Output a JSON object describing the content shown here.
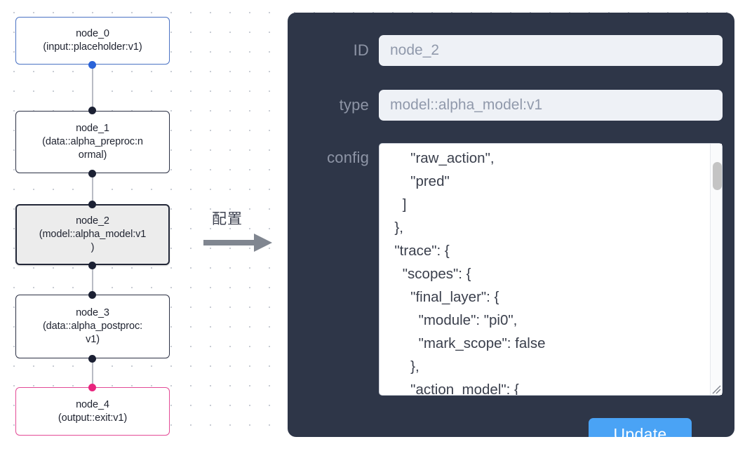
{
  "graph": {
    "nodes": [
      {
        "id": "node_0",
        "subtitle": "(input::placeholder:v1)",
        "style": "input"
      },
      {
        "id": "node_1",
        "subtitle": "(data::alpha_preproc:normal)",
        "style": "default"
      },
      {
        "id": "node_2",
        "subtitle": "(model::alpha_model:v1)",
        "style": "selected"
      },
      {
        "id": "node_3",
        "subtitle": "(data::alpha_postproc:v1)",
        "style": "default"
      },
      {
        "id": "node_4",
        "subtitle": "(output::exit:v1)",
        "style": "output"
      }
    ],
    "node_labels": {
      "n0_line1": "node_0",
      "n0_line2": "(input::placeholder:v1)",
      "n1_line1": "node_1",
      "n1_line2": "(data::alpha_preproc:n",
      "n1_line3": "ormal)",
      "n2_line1": "node_2",
      "n2_line2": "(model::alpha_model:v1",
      "n2_line3": ")",
      "n3_line1": "node_3",
      "n3_line2": "(data::alpha_postproc:",
      "n3_line3": "v1)",
      "n4_line1": "node_4",
      "n4_line2": "(output::exit:v1)"
    }
  },
  "arrow": {
    "label": "配置",
    "icon": "arrow-right-icon"
  },
  "panel": {
    "fields": {
      "id": {
        "label": "ID",
        "value": "node_2"
      },
      "type": {
        "label": "type",
        "value": "model::alpha_model:v1"
      },
      "config": {
        "label": "config",
        "value": "      \"raw_action\",\n      \"pred\"\n    ]\n  },\n  \"trace\": {\n    \"scopes\": {\n      \"final_layer\": {\n        \"module\": \"pi0\",\n        \"mark_scope\": false\n      },\n      \"action_model\": {"
      }
    },
    "update_button": "Update",
    "scrollbar": "vertical-scrollbar",
    "resize_handle": "resize-handle-icon"
  },
  "colors": {
    "panel_bg": "#2e3648",
    "input_bg": "#eef1f6",
    "accent_button": "#4aa3f5",
    "node_input_border": "#4a72c4",
    "node_output_border": "#e34b96",
    "node_default_border": "#2b3044",
    "node_selected_fill": "#ececec",
    "edge": "#b9bcc4",
    "grid_dot": "#c8ccd4"
  }
}
